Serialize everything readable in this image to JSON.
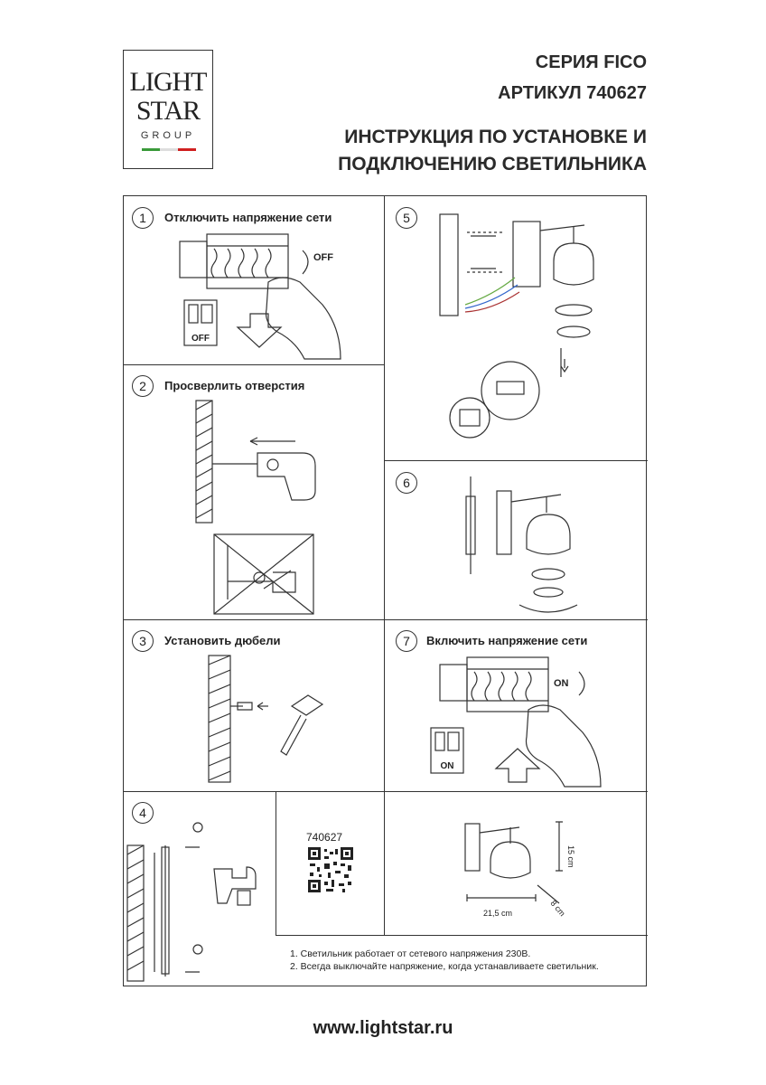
{
  "logo": {
    "line1": "LIGHT",
    "line2": "STAR",
    "line3": "GROUP",
    "flag_colors": [
      "#3a9a3a",
      "#ffffff",
      "#d02020"
    ]
  },
  "header": {
    "series": "СЕРИЯ FICO",
    "article": "АРТИКУЛ 740627",
    "title_line1": "ИНСТРУКЦИЯ ПО УСТАНОВКЕ И",
    "title_line2": "ПОДКЛЮЧЕНИЮ СВЕТИЛЬНИКА"
  },
  "steps": [
    {
      "number": "1",
      "title": "Отключить напряжение сети",
      "switch_label": "OFF",
      "hand_label": "OFF"
    },
    {
      "number": "2",
      "title": "Просверлить отверстия"
    },
    {
      "number": "3",
      "title": "Установить дюбели"
    },
    {
      "number": "4",
      "title": ""
    },
    {
      "number": "5",
      "title": ""
    },
    {
      "number": "6",
      "title": ""
    },
    {
      "number": "7",
      "title": "Включить напряжение сети",
      "switch_label": "ON",
      "hand_label": "ON"
    }
  ],
  "qr": {
    "label": "740627"
  },
  "dimensions": {
    "height": "15 cm",
    "width": "21,5 cm",
    "depth": "8 cm"
  },
  "notes": [
    "1. Светильник работает от сетевого напряжения 230В.",
    "2. Всегда выключайте напряжение, когда устанавливаете светильник."
  ],
  "website": "www.lightstar.ru"
}
